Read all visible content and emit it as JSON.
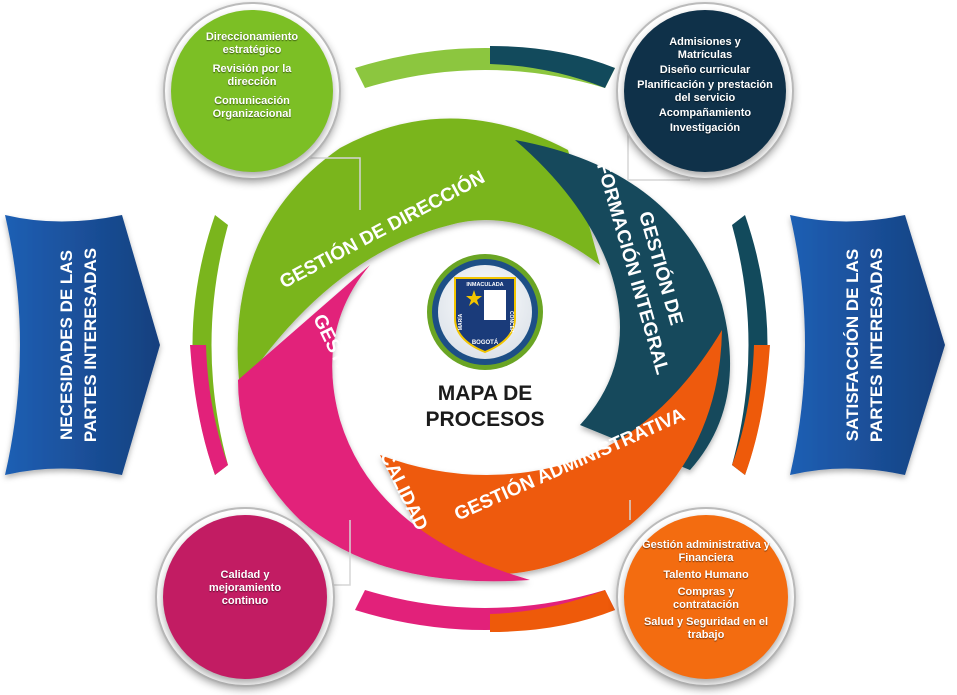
{
  "center": {
    "title_line1": "MAPA DE",
    "title_line2": "PROCESOS",
    "logo": {
      "top_text": "INMACULADA",
      "left_text": "MARÍA",
      "right_text": "CONCEP.",
      "bottom_text": "BOGOTÁ"
    }
  },
  "segments": {
    "direccion": {
      "label": "GESTIÓN DE DIRECCIÓN",
      "color": "#7ab51d"
    },
    "formacion": {
      "label_line1": "GESTIÓN DE",
      "label_line2": "FORMACIÓN INTEGRAL",
      "color": "#124a5c"
    },
    "administrativa": {
      "label": "GESTIÓN ADMINISTRATIVA",
      "color": "#ee5a0a"
    },
    "calidad": {
      "label": "GESTIÓN DE LA CALIDAD",
      "color": "#e2217a"
    }
  },
  "bubbles": {
    "direccion": {
      "color": "#7cbf25",
      "items": [
        "Direccionamiento estratégico",
        "Revisión por la dirección",
        "Comunicación Organizacional"
      ]
    },
    "formacion": {
      "color": "#0f3149",
      "items": [
        "Admisiones y Matrículas",
        "Diseño curricular",
        "Planificación y prestación del servicio",
        "Acompañamiento",
        "Investigación"
      ]
    },
    "calidad": {
      "color": "#c21c63",
      "items": [
        "Calidad  y mejoramiento continuo"
      ]
    },
    "administrativa": {
      "color": "#f36c10",
      "items": [
        "Gestión  administrativa y Financiera",
        "Talento Humano",
        "Compras y contratación",
        "Salud y Seguridad en el trabajo"
      ]
    }
  },
  "side_arrows": {
    "left": {
      "line1": "NECESIDADES DE LAS",
      "line2": "PARTES INTERESADAS",
      "color": "#1a4f9c"
    },
    "right": {
      "line1": "SATISFACCIÓN DE LAS",
      "line2": "PARTES INTERESADAS",
      "color": "#1a4f9c"
    }
  }
}
